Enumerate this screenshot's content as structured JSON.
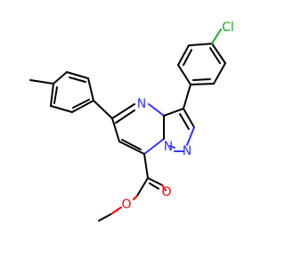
{
  "molecule": {
    "atoms": {
      "n_pyrimidine": {
        "label": "N",
        "color": "#3333ff"
      },
      "n_bridge": {
        "label": "N",
        "color": "#3333ff"
      },
      "n_pyrazole": {
        "label": "N",
        "color": "#3333ff"
      },
      "o_carbonyl": {
        "label": "O",
        "color": "#ff0000"
      },
      "o_ester": {
        "label": "O",
        "color": "#ff0000"
      },
      "cl": {
        "label": "Cl",
        "color": "#1fa81f"
      }
    }
  }
}
